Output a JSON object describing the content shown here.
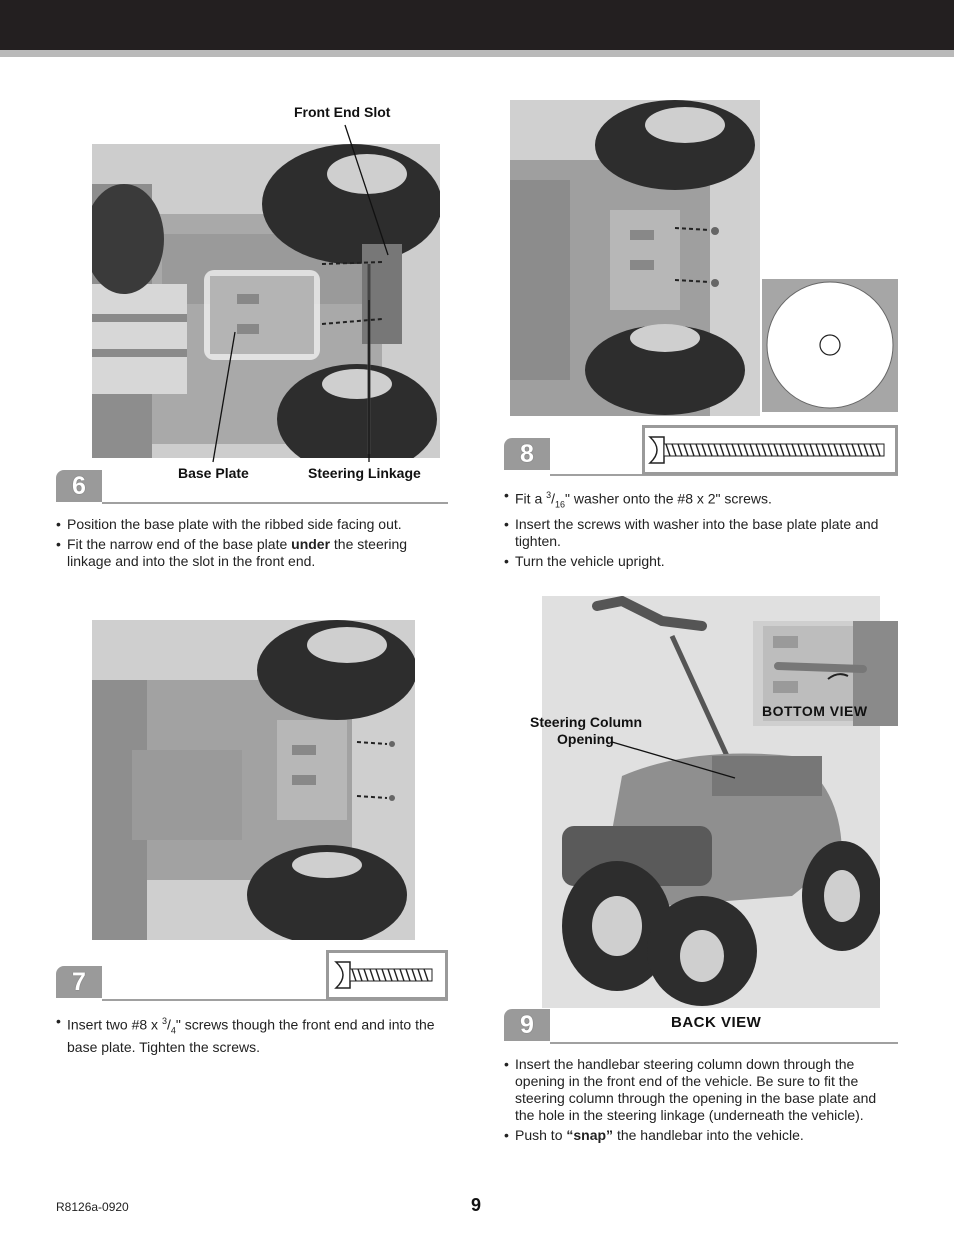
{
  "header": {},
  "step6": {
    "number": "6",
    "callouts": {
      "front_end_slot": "Front End Slot",
      "base_plate": "Base Plate",
      "steering_linkage": "Steering Linkage"
    },
    "bullets": [
      {
        "text": "Position the base plate with the ribbed side facing out."
      },
      {
        "pre": "Fit the narrow end of the base plate ",
        "bold": "under",
        "post": " the steering linkage and into the slot in the front end."
      }
    ]
  },
  "step7": {
    "number": "7",
    "bullet": {
      "pre": "Insert two #8 x ",
      "frac_num": "3",
      "frac_den": "4",
      "post": "\" screws though the front end and into the base plate. Tighten the screws."
    }
  },
  "step8": {
    "number": "8",
    "bullets": [
      {
        "pre": "Fit a ",
        "frac_num": "3",
        "frac_den": "16",
        "post": "\" washer onto the #8 x 2\" screws."
      },
      {
        "text": "Insert the screws with washer into the base plate plate and tighten."
      },
      {
        "text": "Turn the vehicle upright."
      }
    ]
  },
  "step9": {
    "number": "9",
    "callouts": {
      "steering_column_line1": "Steering Column",
      "steering_column_line2": "Opening",
      "bottom_view": "BOTTOM VIEW",
      "back_view": "BACK VIEW"
    },
    "bullets": [
      {
        "text": "Insert the handlebar steering column down through the opening in the front end of the vehicle. Be sure to fit the steering column through the opening in the base plate and the hole in the steering linkage (underneath the vehicle)."
      },
      {
        "pre": "Push to ",
        "bold": "“snap”",
        "post": " the handlebar into the vehicle."
      }
    ]
  },
  "footer": {
    "code": "R8126a-0920",
    "page_number": "9"
  }
}
